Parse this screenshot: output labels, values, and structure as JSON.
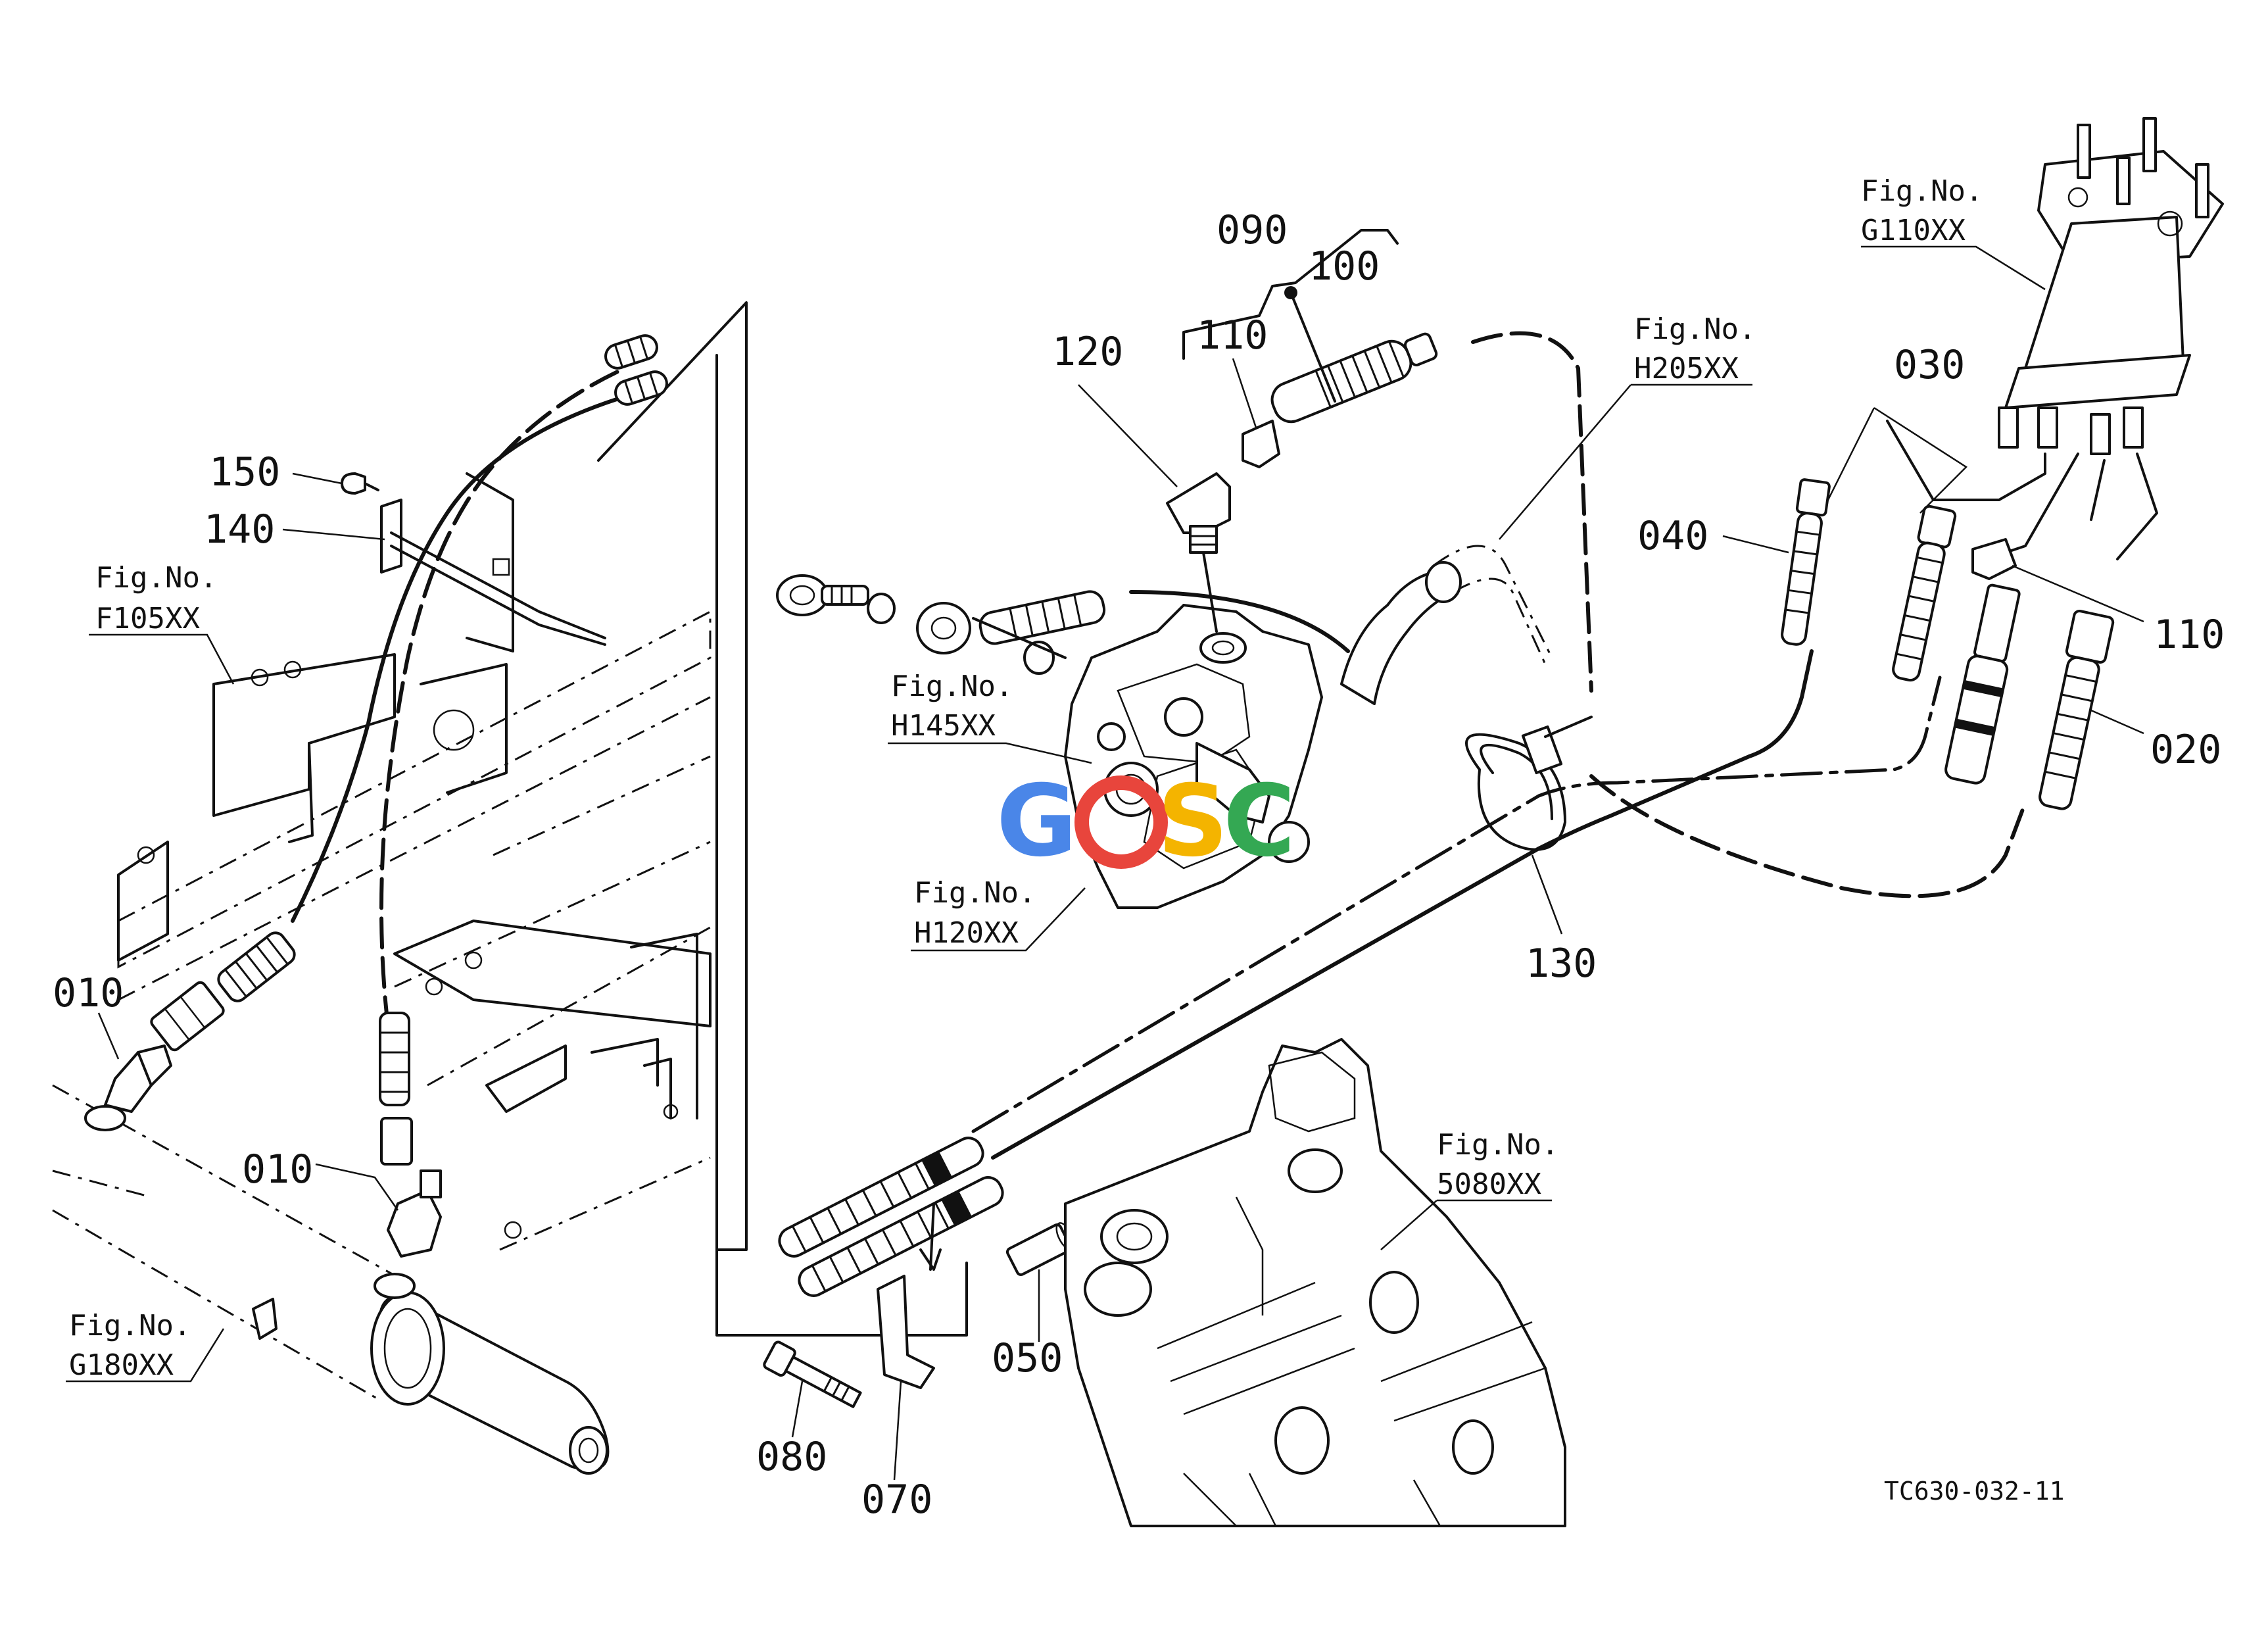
{
  "diagram": {
    "part_numbers": [
      "010",
      "010",
      "020",
      "030",
      "040",
      "050",
      "070",
      "080",
      "090",
      "100",
      "110",
      "110",
      "120",
      "130",
      "140",
      "150"
    ],
    "figure_refs": [
      {
        "prefix": "Fig.No.",
        "code": "F105XX"
      },
      {
        "prefix": "Fig.No.",
        "code": "G110XX"
      },
      {
        "prefix": "Fig.No.",
        "code": "H205XX"
      },
      {
        "prefix": "Fig.No.",
        "code": "H145XX"
      },
      {
        "prefix": "Fig.No.",
        "code": "H120XX"
      },
      {
        "prefix": "Fig.No.",
        "code": "5080XX"
      },
      {
        "prefix": "Fig.No.",
        "code": "G180XX"
      }
    ],
    "drawing_code": "TC630-032-11"
  },
  "watermark": {
    "letters": [
      "G",
      "S",
      "C"
    ],
    "colors": {
      "blue": "#4a86e8",
      "red": "#e8453c",
      "yellow": "#f4b400",
      "green": "#34a853"
    }
  }
}
